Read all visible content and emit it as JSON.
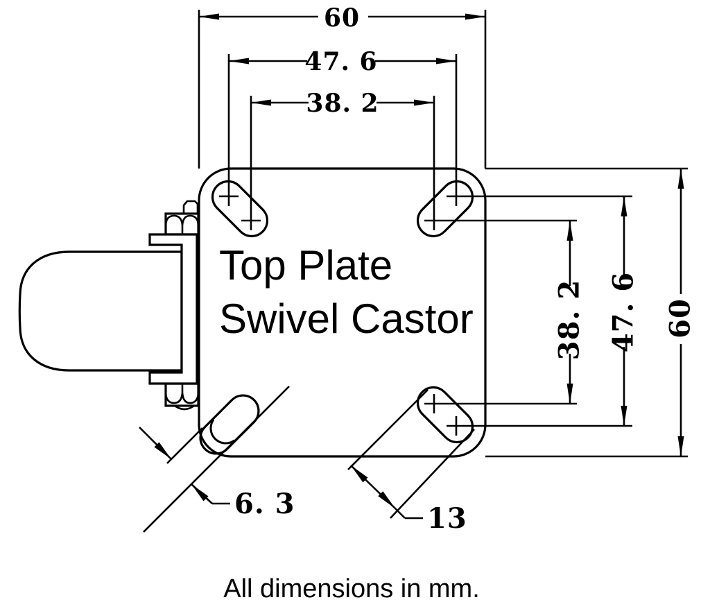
{
  "drawing": {
    "product_label": {
      "line1": "Top Plate",
      "line2": "Swivel Castor"
    },
    "footnote": "All dimensions in mm.",
    "dimensions": {
      "plate_width_top": "60",
      "hole_spacing_outer_horizontal": "47. 6",
      "hole_spacing_inner_horizontal": "38. 2",
      "hole_spacing_inner_vertical": "38. 2",
      "hole_spacing_outer_vertical": "47. 6",
      "plate_height_right": "60",
      "slot_width": "6. 3",
      "slot_length": "13"
    },
    "colors": {
      "line": "#000000",
      "background": "#ffffff"
    }
  }
}
